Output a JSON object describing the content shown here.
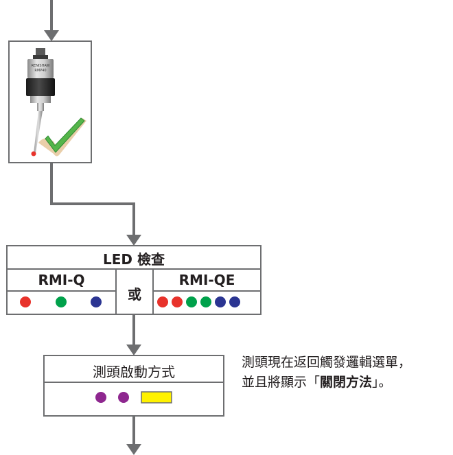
{
  "led_check": {
    "title": "LED 檢查",
    "option_left": {
      "label": "RMI-Q",
      "leds": [
        "#e8322b",
        "#00a14b",
        "#2b3592"
      ]
    },
    "or_label": "或",
    "option_right": {
      "label": "RMI-QE",
      "leds": [
        "#e8322b",
        "#e8322b",
        "#00a14b",
        "#00a14b",
        "#2b3592",
        "#2b3592"
      ]
    }
  },
  "probe_start": {
    "title": "測頭啟動方式",
    "indicators": [
      "#8e278f",
      "#8e278f",
      "#fff200"
    ]
  },
  "note": {
    "line1": "測頭現在返回觸發邏輯選單，",
    "line2_prefix": "並且將顯示",
    "quote_open": "「",
    "highlight": "關閉方法",
    "quote_close": "」。"
  },
  "probe_image": {
    "brand": "RENISHAW",
    "model": "RMP40"
  }
}
